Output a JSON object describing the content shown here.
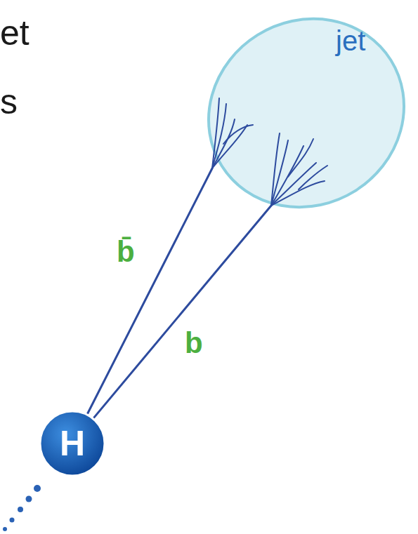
{
  "diagram": {
    "nodes": [
      {
        "text": [
          "jet"
        ]
      },
      {
        "text": [
          "H"
        ]
      }
    ],
    "edges": [
      {
        "from": 1,
        "to": 0,
        "arrow": "none",
        "label": "b̄"
      },
      {
        "from": 1,
        "to": 0,
        "arrow": "none",
        "label": "b"
      }
    ],
    "labels": [
      "et",
      "s"
    ]
  }
}
